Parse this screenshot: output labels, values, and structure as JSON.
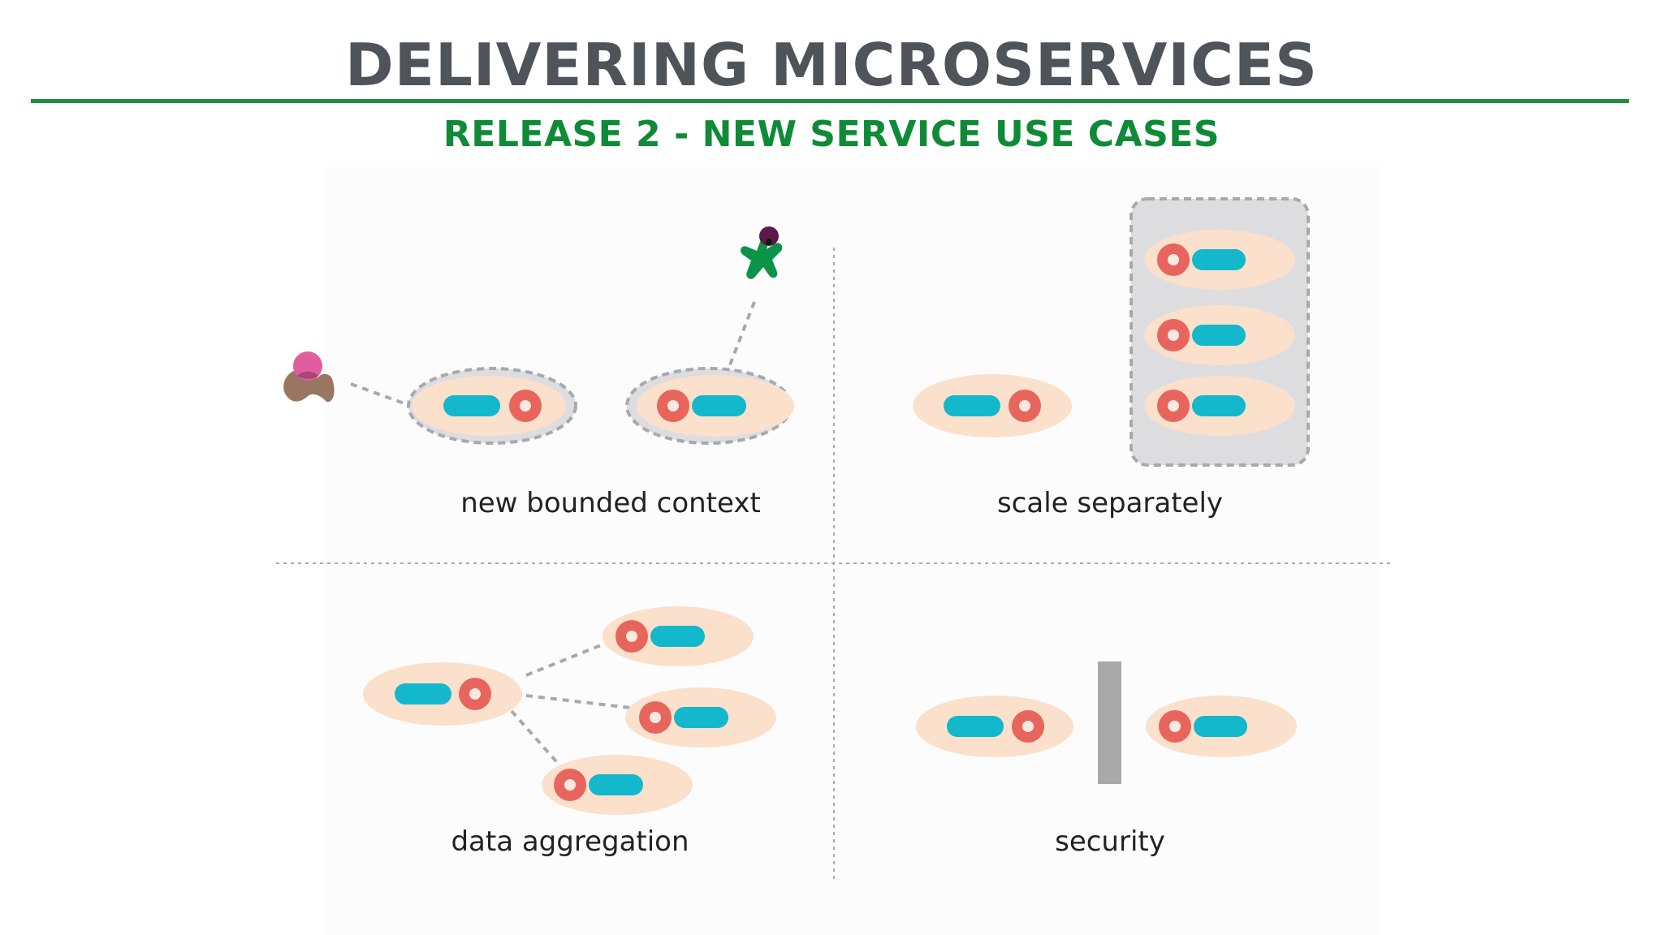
{
  "slide": {
    "title": "DELIVERING MICROSERVICES",
    "subtitle": "RELEASE 2 - NEW SERVICE USE CASES"
  },
  "quadrants": {
    "new_bounded_context": {
      "caption": "new bounded context"
    },
    "scale_separately": {
      "caption": "scale separately"
    },
    "data_aggregation": {
      "caption": "data aggregation"
    },
    "security": {
      "caption": "security"
    }
  },
  "colors": {
    "title_text": "#4f545a",
    "subtitle_text": "#0f8a37",
    "rule": "#1e8f3c",
    "service_body": "#fbe0cb",
    "service_core": "#e8655e",
    "service_blob": "#14b8cc",
    "boundary": "#dddde0",
    "divider": "#a7a9ac",
    "firewall": "#a9a9a9",
    "actor_pink": "#e05e9e",
    "actor_brown": "#9a7660",
    "actor_green": "#0b9447",
    "actor_purple": "#5b1a4c"
  }
}
